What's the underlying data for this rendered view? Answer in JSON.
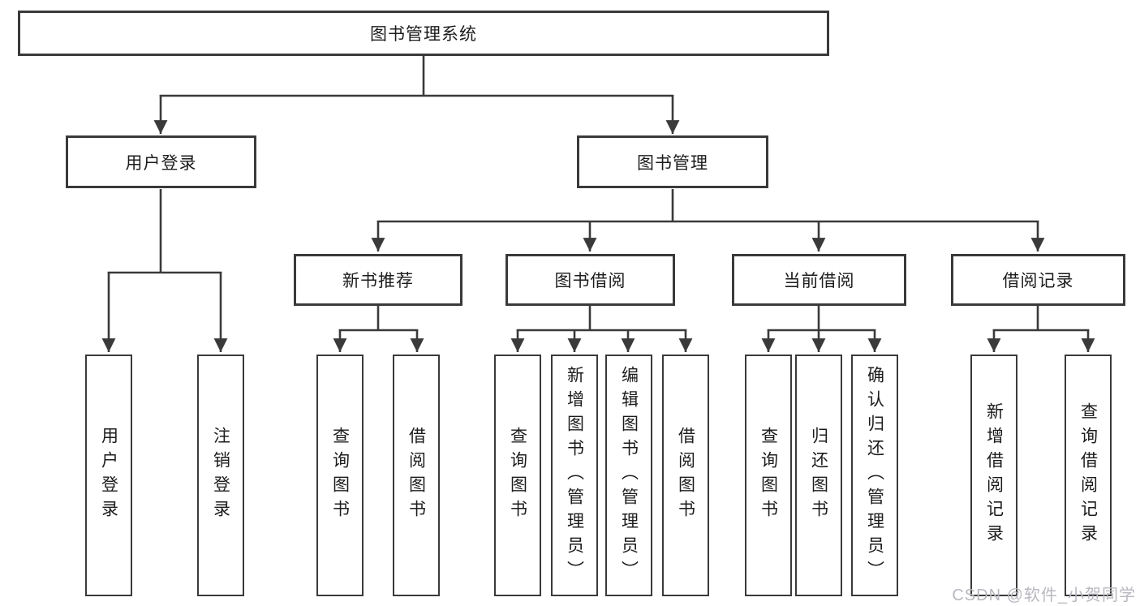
{
  "tree": {
    "label": "图书管理系统",
    "children": [
      {
        "label": "用户登录",
        "children": [
          {
            "label": "用户登录"
          },
          {
            "label": "注销登录"
          }
        ]
      },
      {
        "label": "图书管理",
        "children": [
          {
            "label": "新书推荐",
            "children": [
              {
                "label": "查询图书"
              },
              {
                "label": "借阅图书"
              }
            ]
          },
          {
            "label": "图书借阅",
            "children": [
              {
                "label": "查询图书"
              },
              {
                "label": "新增图书（管理员）"
              },
              {
                "label": "编辑图书（管理员）"
              },
              {
                "label": "借阅图书"
              }
            ]
          },
          {
            "label": "当前借阅",
            "children": [
              {
                "label": "查询图书"
              },
              {
                "label": "归还图书"
              },
              {
                "label": "确认归还（管理员）"
              }
            ]
          },
          {
            "label": "借阅记录",
            "children": [
              {
                "label": "新增借阅记录"
              },
              {
                "label": "查询借阅记录"
              }
            ]
          }
        ]
      }
    ]
  },
  "watermark": {
    "text": "CSDN @软件_小贺同学"
  },
  "colors": {
    "line": "#3a3a3a",
    "box_border": "#3a3a3a",
    "text": "#1c1c1c",
    "watermark": "#b8b8c0",
    "background": "#ffffff"
  }
}
